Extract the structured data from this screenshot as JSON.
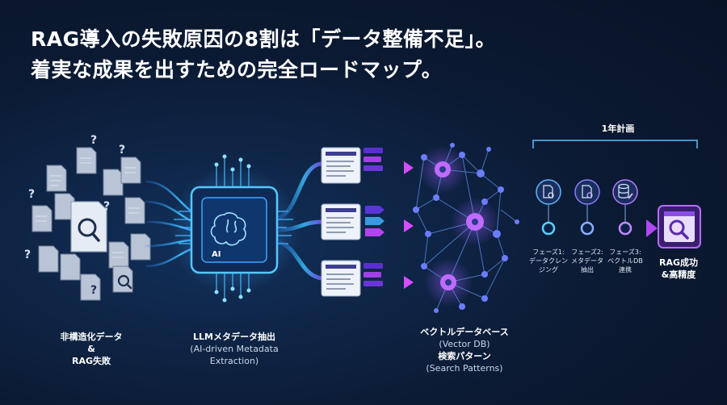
{
  "title": {
    "line1": "RAG導入の失敗原因の8割は「データ整備不足」。",
    "line2": "着実な成果を出すための完全ロードマップ。"
  },
  "stages": {
    "unstructured": {
      "line1": "非構造化データ",
      "line2": "&",
      "line3": "RAG失敗"
    },
    "llm": {
      "line1": "LLMメタデータ抽出",
      "line2": "(AI-driven Metadata",
      "line3": "Extraction)",
      "chip": "AI"
    },
    "vector": {
      "line1": "ベクトルデータベース",
      "line2": "(Vector DB)",
      "line3": "検索パターン",
      "line4": "(Search Patterns)"
    }
  },
  "roadmap": {
    "span_label": "1年計画",
    "phases": [
      {
        "line1": "フェーズ1:",
        "line2": "データクレン",
        "line3": "ジング",
        "icon": "document-search-icon"
      },
      {
        "line1": "フェーズ2:",
        "line2": "メタデータ",
        "line3": "抽出",
        "icon": "gear-document-icon"
      },
      {
        "line1": "フェーズ3:",
        "line2": "ベクトルDB",
        "line3": "連携",
        "icon": "database-edit-icon"
      }
    ],
    "final": {
      "line1": "RAG成功",
      "line2": "&高精度",
      "icon": "search-window-icon"
    }
  },
  "colors": {
    "background": "#0b1a33",
    "cyan": "#39c6ff",
    "blue": "#2f7df6",
    "purple": "#a23cf0",
    "magenta": "#d54dff"
  }
}
